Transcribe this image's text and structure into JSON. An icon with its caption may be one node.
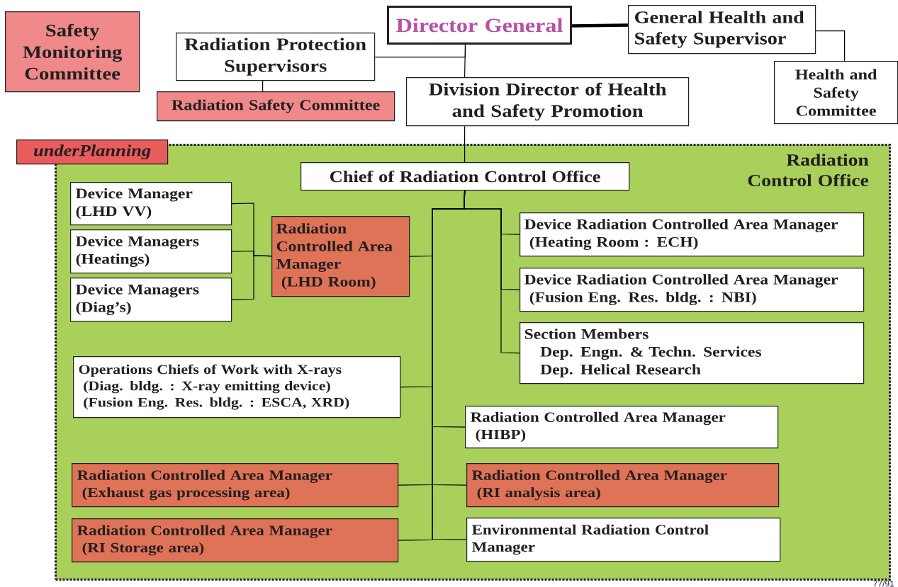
{
  "diagram": {
    "nodes": [
      {
        "text": [
          "Safety Monitoring Committee"
        ]
      },
      {
        "text": [
          "Director General"
        ]
      },
      {
        "text": [
          "General Health and Safety Supervisor"
        ]
      },
      {
        "text": [
          "Radiation Protection Supervisors"
        ]
      },
      {
        "text": [
          "Health and Safety Committee"
        ]
      },
      {
        "text": [
          "Radiation Safety Committee"
        ]
      },
      {
        "text": [
          "Division Director of Health and Safety Promotion"
        ]
      },
      {
        "text": [
          "underPlanning"
        ]
      },
      {
        "text": [
          "Radiation Control Office"
        ]
      },
      {
        "text": [
          "Chief of Radiation Control Office"
        ],
        "in": 8
      },
      {
        "text": [
          "Device Manager",
          "(LHD VV)"
        ],
        "in": 8
      },
      {
        "text": [
          "Device Managers",
          "(Heatings)"
        ],
        "in": 8
      },
      {
        "text": [
          "Device Managers",
          "(Diag’s)"
        ],
        "in": 8
      },
      {
        "text": [
          "Radiation Controlled Area Manager",
          "(LHD Room)"
        ],
        "in": 8
      },
      {
        "text": [
          "Device Radiation Controlled Area Manager",
          "(Heating Room : ECH)"
        ],
        "in": 8
      },
      {
        "text": [
          "Device Radiation Controlled Area Manager",
          "(Fusion Eng. Res. bldg. : NBI)"
        ],
        "in": 8
      },
      {
        "text": [
          "Section Members",
          "Dep. Engn. & Techn. Services",
          "Dep. Helical Research"
        ],
        "in": 8
      },
      {
        "text": [
          "Operations Chiefs of Work with X-rays",
          "(Diag. bldg. : X-ray emitting device)",
          "(Fusion Eng. Res. bldg. : ESCA, XRD)"
        ],
        "in": 8
      },
      {
        "text": [
          "Radiation Controlled Area Manager",
          "(HIBP)"
        ],
        "in": 8
      },
      {
        "text": [
          "Radiation Controlled Area Manager",
          "(Exhaust gas processing area)"
        ],
        "in": 8
      },
      {
        "text": [
          "Radiation Controlled Area Manager",
          "(RI analysis area)"
        ],
        "in": 8
      },
      {
        "text": [
          "Radiation Controlled Area Manager",
          "(RI Storage area)"
        ],
        "in": 8
      },
      {
        "text": [
          "Environmental Radiation Control Manager"
        ],
        "in": 8
      }
    ],
    "edges": [
      {
        "from": 1,
        "to": 2,
        "arrow": "none",
        "style": "thick"
      },
      {
        "from": 1,
        "to": 3,
        "arrow": "none"
      },
      {
        "from": 1,
        "to": 6,
        "arrow": "none"
      },
      {
        "from": 3,
        "to": 5,
        "arrow": "none"
      },
      {
        "from": 2,
        "to": 4,
        "arrow": "none"
      },
      {
        "from": 6,
        "to": 9,
        "arrow": "none"
      },
      {
        "from": 9,
        "to": 13,
        "arrow": "none"
      },
      {
        "from": 9,
        "to": 14,
        "arrow": "none"
      },
      {
        "from": 9,
        "to": 15,
        "arrow": "none"
      },
      {
        "from": 9,
        "to": 16,
        "arrow": "none"
      },
      {
        "from": 9,
        "to": 17,
        "arrow": "none"
      },
      {
        "from": 9,
        "to": 18,
        "arrow": "none"
      },
      {
        "from": 9,
        "to": 19,
        "arrow": "none"
      },
      {
        "from": 9,
        "to": 20,
        "arrow": "none"
      },
      {
        "from": 9,
        "to": 21,
        "arrow": "none"
      },
      {
        "from": 9,
        "to": 22,
        "arrow": "none"
      },
      {
        "from": 13,
        "to": 10,
        "arrow": "none"
      },
      {
        "from": 13,
        "to": 11,
        "arrow": "none"
      },
      {
        "from": 13,
        "to": 12,
        "arrow": "none"
      }
    ],
    "labels": [
      "77/91"
    ]
  }
}
